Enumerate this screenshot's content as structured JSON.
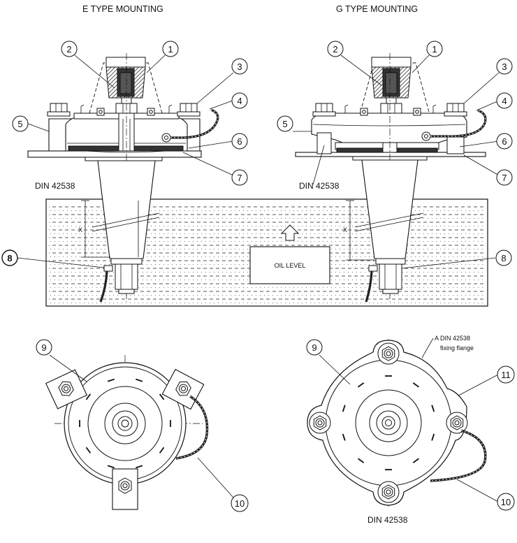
{
  "headings": {
    "e_type": "E TYPE MOUNTING",
    "g_type": "G TYPE MOUNTING"
  },
  "labels": {
    "din_left": "DIN 42538",
    "din_right": "DIN 42538",
    "din_bottom": "DIN 42538",
    "oil_level": "OIL LEVEL",
    "flange_line1": "A DIN 42538",
    "flange_line2": "fixing flange",
    "x_left": "X",
    "x_right": "X"
  },
  "callouts": {
    "c1": "1",
    "c2": "2",
    "c3": "3",
    "c4": "4",
    "c5": "5",
    "c6": "6",
    "c7": "7",
    "c8": "8",
    "c9": "9",
    "c10": "10",
    "c11": "11"
  }
}
